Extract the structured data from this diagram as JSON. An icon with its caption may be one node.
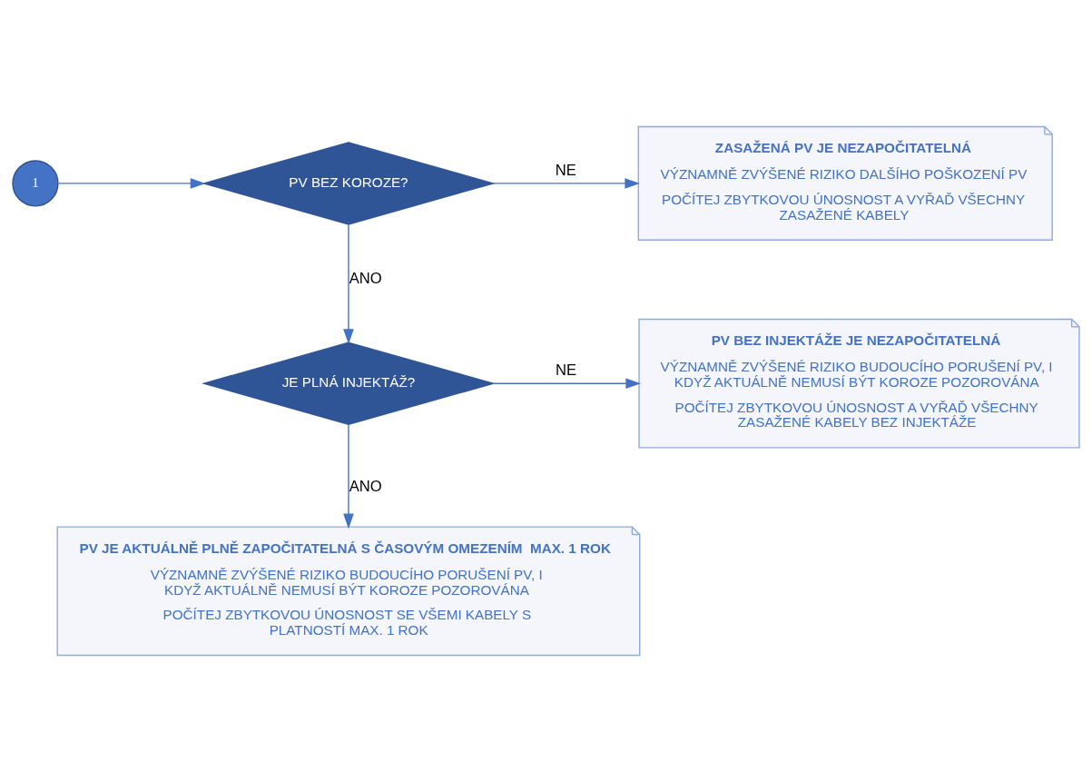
{
  "diagram": {
    "nodes": [
      {
        "text": [
          "1"
        ]
      },
      {
        "text": [
          "PV BEZ KOROZE?"
        ]
      },
      {
        "text": [
          "ZASAŽENÁ PV JE NEZAPOČITATELNÁ",
          "VÝZNAMNĚ ZVÝŠENÉ RIZIKO DALŠÍHO POŠKOZENÍ PV",
          "POČÍTEJ ZBYTKOVOU ÚNOSNOST A VYŘAĎ VŠECHNY ZASAŽENÉ KABELY"
        ]
      },
      {
        "text": [
          "JE PLNÁ INJEKTÁŽ?"
        ]
      },
      {
        "text": [
          "PV BEZ INJEKTÁŽE JE NEZAPOČITATELNÁ",
          "VÝZNAMNĚ ZVÝŠENÉ RIZIKO BUDOUCÍHO PORUŠENÍ PV, I KDYŽ AKTUÁLNĚ NEMUSÍ BÝT KOROZE POZOROVÁNA",
          "POČÍTEJ ZBYTKOVOU ÚNOSNOST A VYŘAĎ VŠECHNY ZASAŽENÉ KABELY BEZ INJEKTÁŽE"
        ]
      },
      {
        "text": [
          "PV JE AKTUÁLNĚ PLNĚ ZAPOČITATELNÁ S ČASOVÝM OMEZENÍM  MAX. 1 ROK",
          "VÝZNAMNĚ ZVÝŠENÉ RIZIKO BUDOUCÍHO PORUŠENÍ PV, I KDYŽ AKTUÁLNĚ NEMUSÍ BÝT KOROZE POZOROVÁNA",
          "POČÍTEJ ZBYTKOVOU ÚNOSNOST SE VŠEMI KABELY S PLATNOSTÍ MAX. 1 ROK"
        ]
      }
    ],
    "edges": [
      {
        "from": 0,
        "to": 1,
        "arrow": "to"
      },
      {
        "from": 1,
        "to": 2,
        "arrow": "to",
        "label": "NE"
      },
      {
        "from": 1,
        "to": 3,
        "arrow": "to",
        "label": "ANO"
      },
      {
        "from": 3,
        "to": 4,
        "arrow": "to",
        "label": "NE"
      },
      {
        "from": 3,
        "to": 5,
        "arrow": "to",
        "label": "ANO"
      }
    ]
  }
}
